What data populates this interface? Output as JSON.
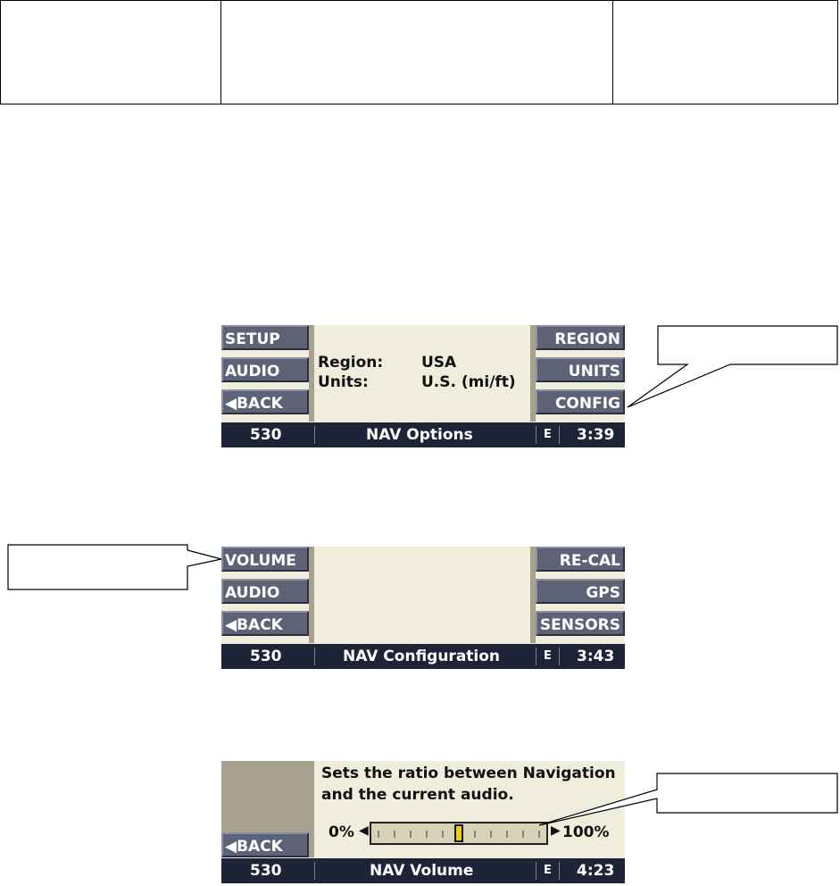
{
  "screen1": {
    "left_buttons": [
      "SETUP",
      "AUDIO",
      "BACK"
    ],
    "right_buttons": [
      "REGION",
      "UNITS",
      "CONFIG"
    ],
    "fields": [
      {
        "label": "Region:",
        "value": "USA"
      },
      {
        "label": "Units:",
        "value": "U.S. (mi/ft)"
      }
    ],
    "status": {
      "station": "530",
      "title": "NAV Options",
      "badge": "E",
      "time": "3:39"
    }
  },
  "screen2": {
    "left_buttons": [
      "VOLUME",
      "AUDIO",
      "BACK"
    ],
    "right_buttons": [
      "RE-CAL",
      "GPS",
      "SENSORS"
    ],
    "status": {
      "station": "530",
      "title": "NAV Configuration",
      "badge": "E",
      "time": "3:43"
    }
  },
  "screen3": {
    "back_button": "BACK",
    "description_line1": "Sets the ratio between Navigation",
    "description_line2": "and the current audio.",
    "slider": {
      "min_label": "0%",
      "max_label": "100%",
      "value_percent": 50
    },
    "status": {
      "station": "530",
      "title": "NAV Volume",
      "badge": "E",
      "time": "4:23"
    }
  }
}
